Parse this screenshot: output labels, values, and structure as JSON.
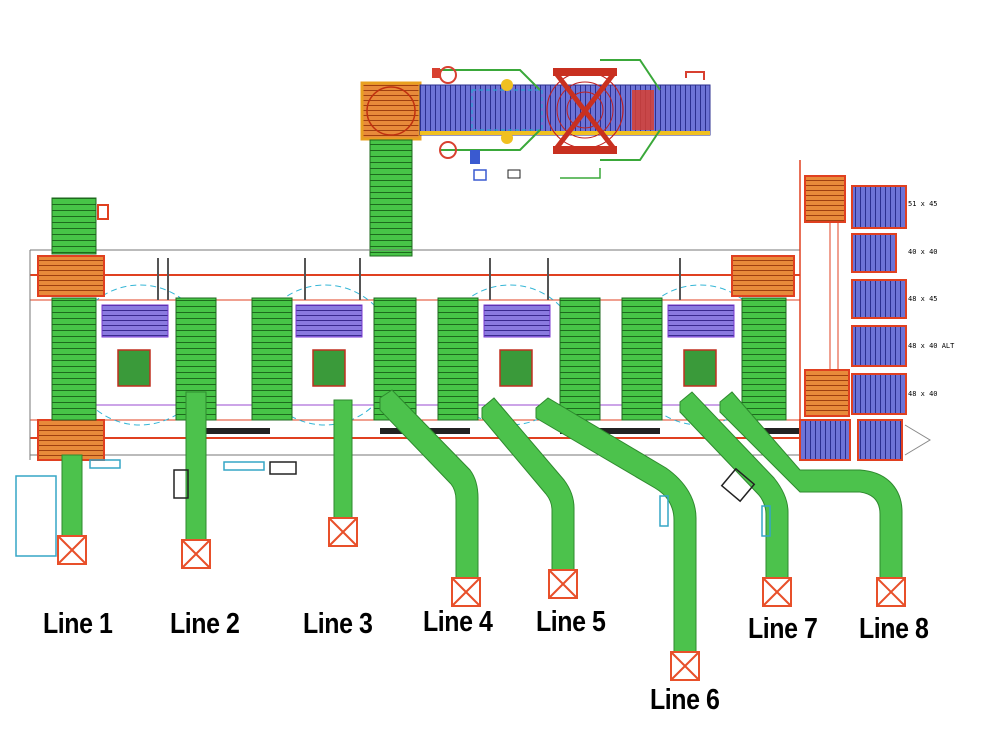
{
  "lines": [
    {
      "id": "line-1",
      "label": "Line 1"
    },
    {
      "id": "line-2",
      "label": "Line 2"
    },
    {
      "id": "line-3",
      "label": "Line 3"
    },
    {
      "id": "line-4",
      "label": "Line 4"
    },
    {
      "id": "line-5",
      "label": "Line 5"
    },
    {
      "id": "line-6",
      "label": "Line 6"
    },
    {
      "id": "line-7",
      "label": "Line 7"
    },
    {
      "id": "line-8",
      "label": "Line 8"
    }
  ],
  "pallet_sizes": [
    {
      "label": "51 x 45"
    },
    {
      "label": "40 x 40"
    },
    {
      "label": "48 x 45"
    },
    {
      "label": "48 x 40 ALT"
    },
    {
      "label": "48 x 40"
    }
  ],
  "colors": {
    "conveyor_green": "#3fbf3f",
    "conveyor_dark": "#1f6f1f",
    "frame_red": "#e04020",
    "guard_blue": "#4a5ad0",
    "zone_cyan": "#35b6d6",
    "output_orange": "#e8502a",
    "accent_yellow": "#f0c020",
    "violet": "#9a4ad0"
  }
}
